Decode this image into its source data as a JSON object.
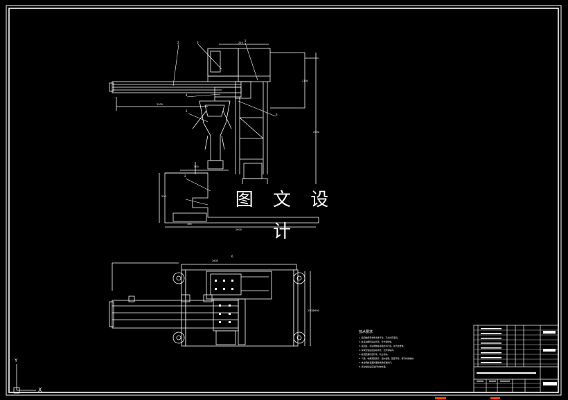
{
  "watermark": {
    "text": "图 文 设 计"
  },
  "part_labels": [
    "2",
    "3",
    "2",
    "4",
    "3",
    "2",
    "2",
    "6"
  ],
  "dims": {
    "top_width": "255",
    "arm_length": "2500",
    "right_height_a": "2100",
    "right_height_b": "2500",
    "base_left": "105",
    "base_total": "2600",
    "base_h": "200",
    "col_dim": "500",
    "plan_width": "2600",
    "plan_h1": "2500",
    "plan_h2": "2600"
  },
  "tech_notes": {
    "title": "技术要求",
    "lines": [
      "1. 装配前所有零件清洗干净，不允许有毛刺。",
      "2. 各运动部件运动灵活，无卡滞现象。",
      "3. 装配后，手动调整各导轨的平行度，并符合要求。",
      "4. 滑块安装后应运动平稳，无异常噪声。",
      "5. 各固定螺钉应拧紧，防止松动。",
      "6. 气路、电路安装整齐，走向合理，固定牢靠，便于检修维护。",
      "7. 未注明的表面处理按通用标准执行。",
      "8. 机架焊接后应进行时效处理。"
    ]
  },
  "colors": {
    "background": "#000000",
    "line": "#ffffff",
    "accent": "#ff4400"
  }
}
